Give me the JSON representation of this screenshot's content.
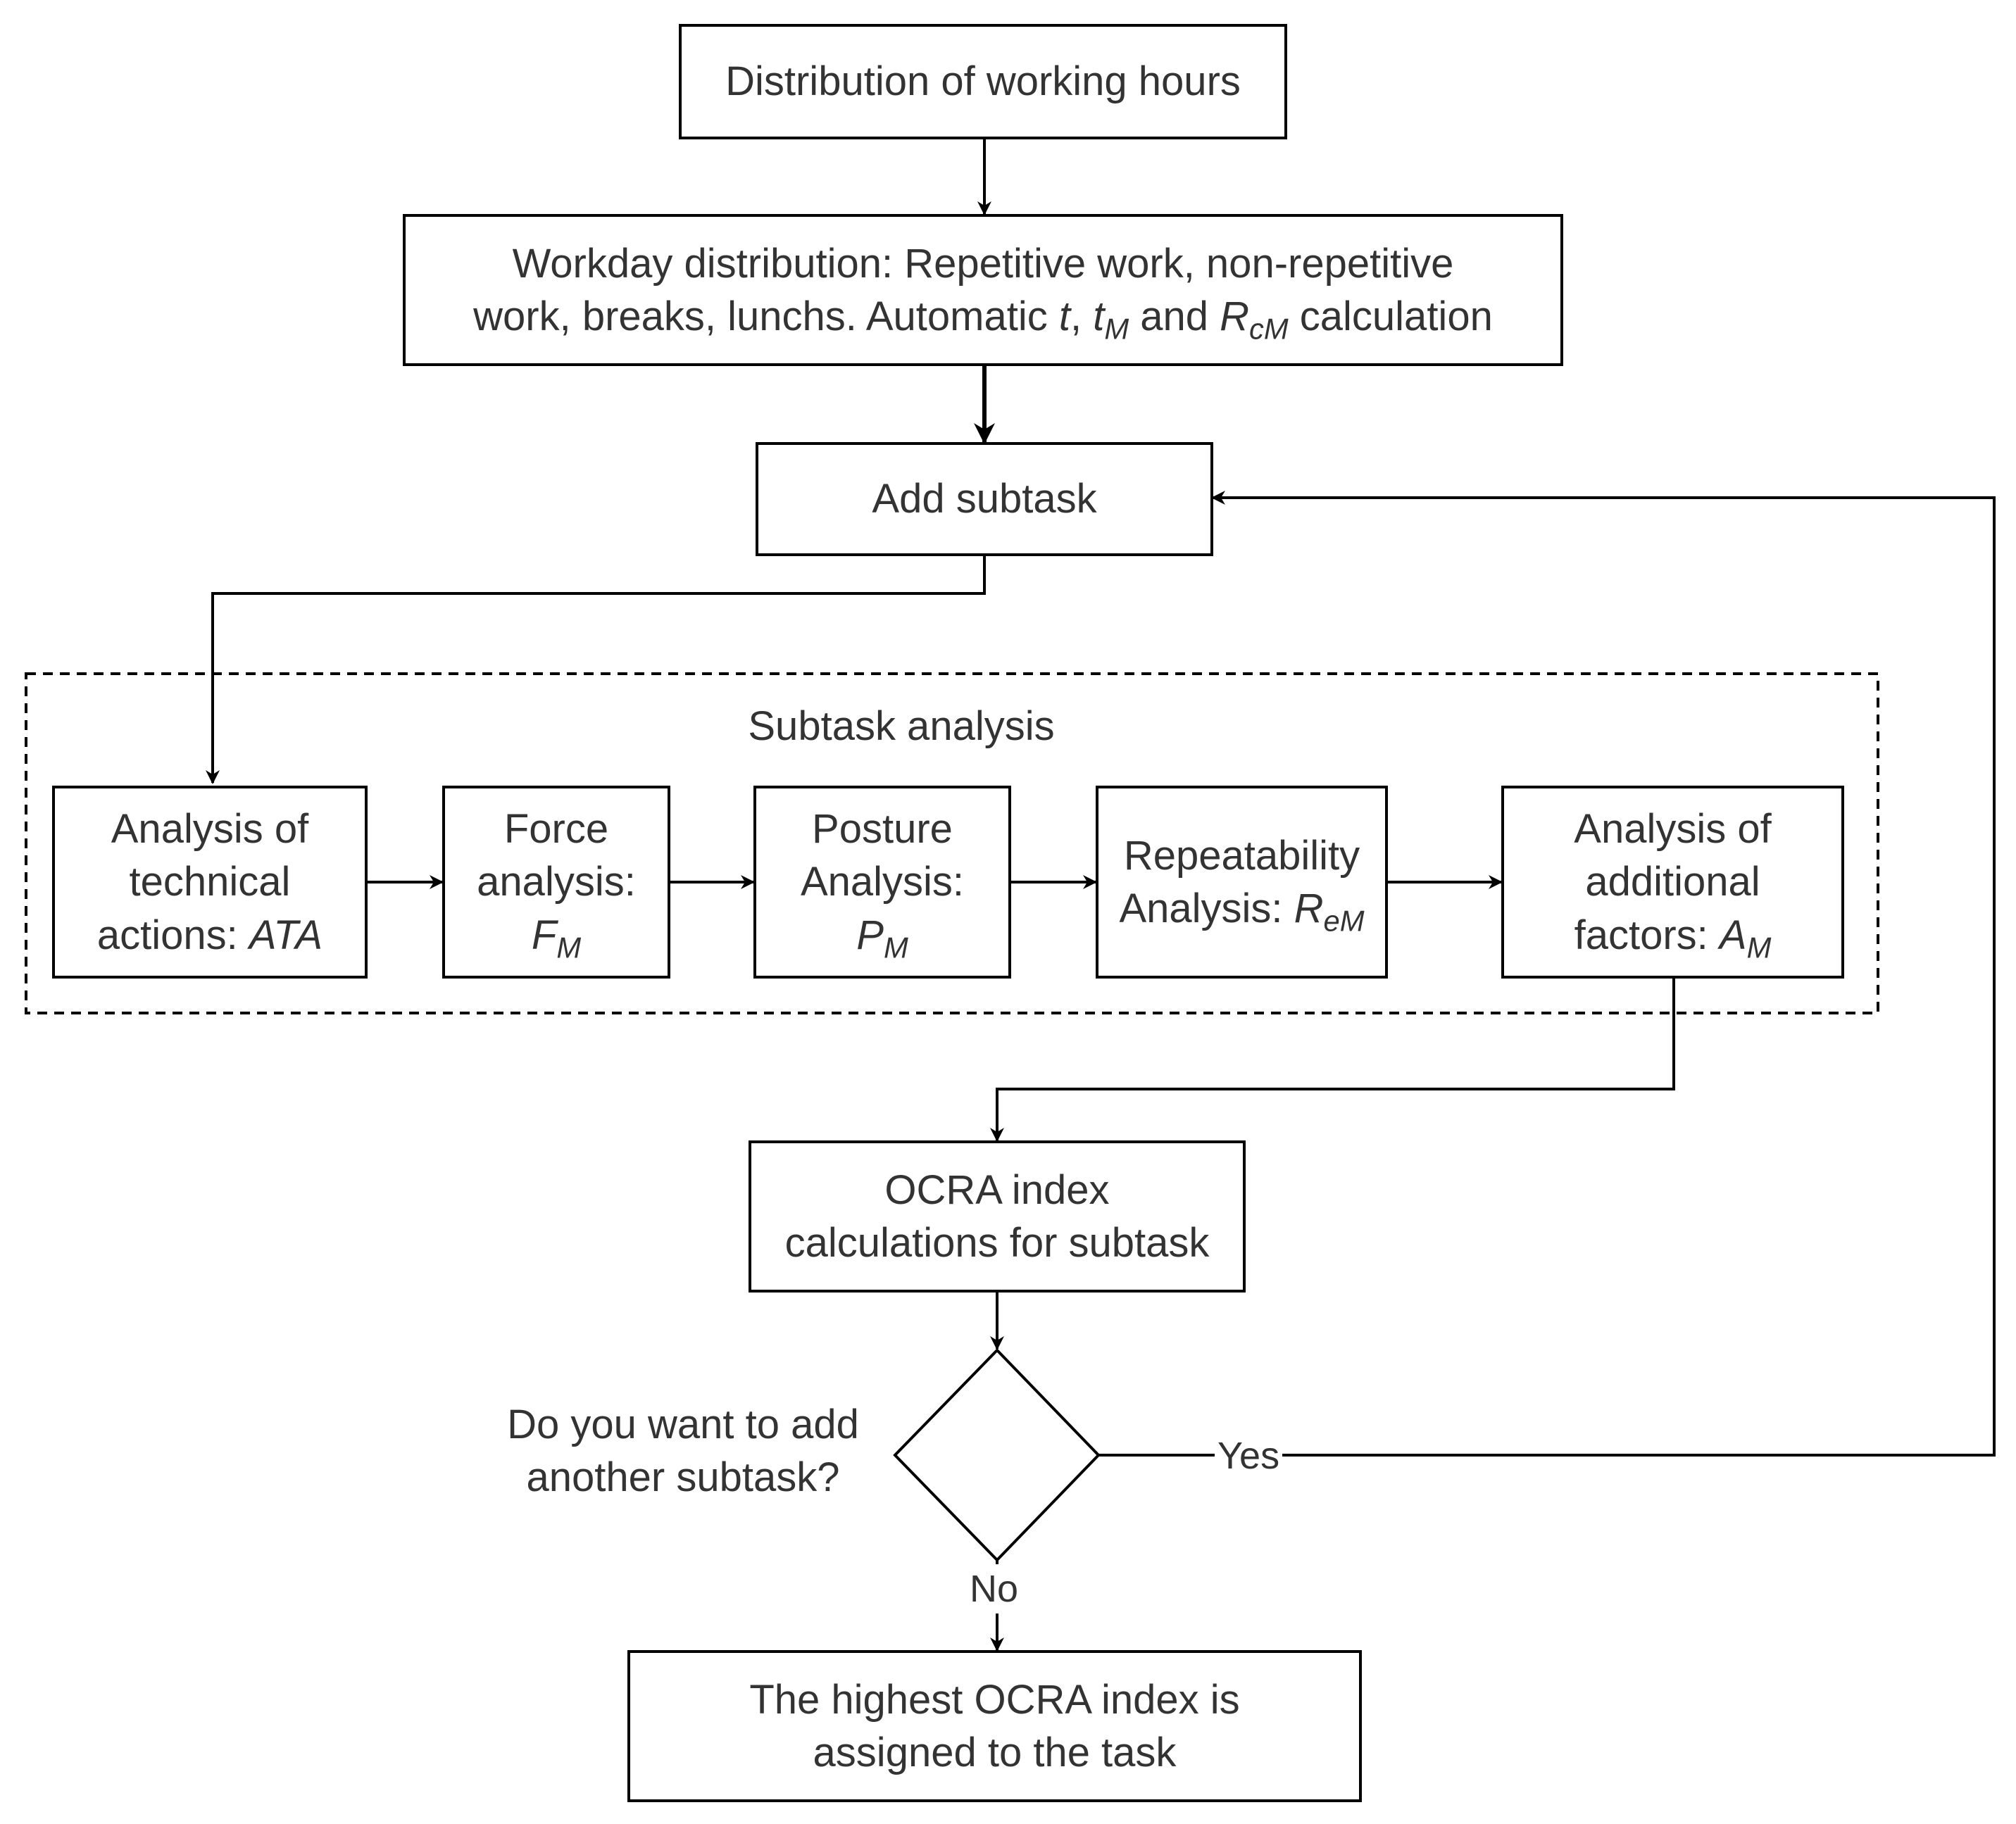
{
  "nodes": {
    "distribution": {
      "text": "Distribution of working hours"
    },
    "workday": {
      "line1": "Workday distribution: Repetitive work, non-repetitive",
      "line2_pre": "work, breaks, lunchs. Automatic ",
      "var_t": "t",
      "comma": ", ",
      "var_tM": "t",
      "sub_tM": "M",
      "and": " and ",
      "var_R": "R",
      "sub_R": "cM",
      "post": " calculation"
    },
    "add_subtask": {
      "text": "Add subtask"
    },
    "subtask_group": {
      "title": "Subtask analysis"
    },
    "ata": {
      "line1": "Analysis of",
      "line2": "technical",
      "line3_pre": "actions: ",
      "var": "ATA"
    },
    "force": {
      "line1": "Force",
      "line2": "analysis:",
      "var": "F",
      "sub": "M"
    },
    "posture": {
      "line1": "Posture",
      "line2": "Analysis:",
      "var": "P",
      "sub": "M"
    },
    "repeat": {
      "line1": "Repeatability",
      "line2_pre": "Analysis: ",
      "var": "R",
      "sub": "eM"
    },
    "additional": {
      "line1": "Analysis of",
      "line2": "additional",
      "line3_pre": "factors: ",
      "var": "A",
      "sub": "M"
    },
    "ocra": {
      "line1": "OCRA index",
      "line2": "calculations for subtask"
    },
    "decision": {
      "line1": "Do you want to add",
      "line2": "another subtask?"
    },
    "final": {
      "line1": "The highest OCRA index is",
      "line2": "assigned to the task"
    }
  },
  "edges": {
    "yes_label": "Yes",
    "no_label": "No"
  },
  "colors": {
    "stroke": "#000000",
    "text": "#333333",
    "background": "#ffffff"
  }
}
